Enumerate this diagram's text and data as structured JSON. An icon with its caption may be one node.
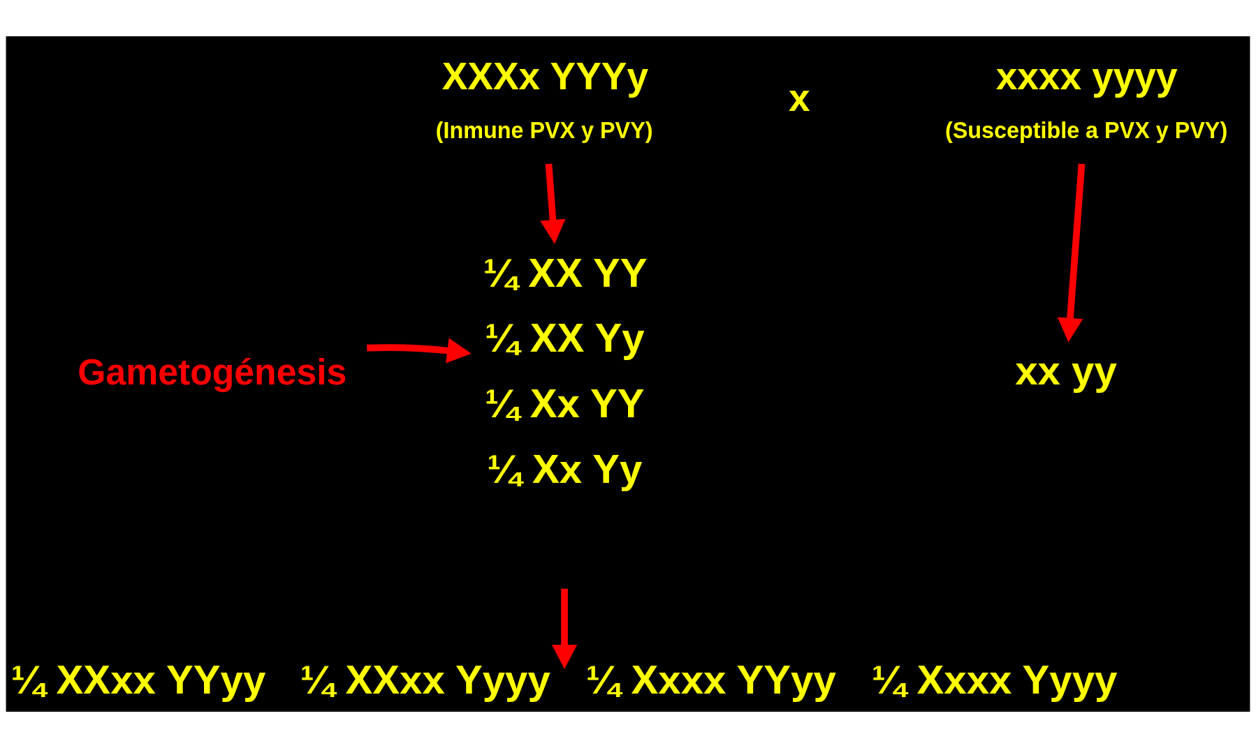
{
  "diagram": {
    "nodes": [
      {
        "text": [
          "XXXx YYYy",
          "(Inmune PVX y PVY)"
        ]
      },
      {
        "text": [
          "xxxx yyyy",
          "(Susceptible a PVX y PVY)"
        ]
      },
      {
        "text": [
          "¼ XX YY",
          "¼ XX Yy",
          "¼ Xx YY",
          "¼ Xx Yy"
        ]
      },
      {
        "text": [
          "xx yy"
        ]
      },
      {
        "text": [
          "Gametogénesis"
        ]
      },
      {
        "text": [
          "¼ XXxx YYyy",
          "¼ XXxx Yyyy",
          "¼ Xxxx YYyy",
          "¼ Xxxx Yyyy"
        ]
      }
    ],
    "edges": [
      {
        "from": 0,
        "to": 2,
        "arrow": "to"
      },
      {
        "from": 1,
        "to": 3,
        "arrow": "to"
      },
      {
        "from": 4,
        "to": 2,
        "arrow": "to"
      },
      {
        "from": null,
        "to": 5,
        "arrow": "to"
      }
    ],
    "labels": [
      "x"
    ]
  }
}
